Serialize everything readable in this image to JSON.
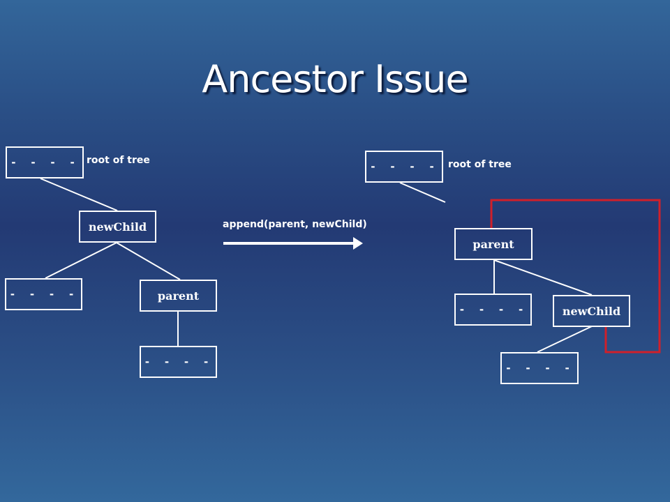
{
  "title": "Ancestor Issue",
  "operation_label": "append(parent, newChild)",
  "before": {
    "root": {
      "text": "- - - -",
      "note": "root of tree"
    },
    "new_child": "newChild",
    "left_child": "- - - -",
    "parent": "parent",
    "parent_child": "- - - -"
  },
  "after": {
    "root": {
      "text": "- - - -",
      "note": "root of tree"
    },
    "parent": "parent",
    "left_child": "- - - -",
    "new_child": "newChild",
    "new_child_child": "- - - -"
  },
  "colors": {
    "cycle_highlight": "#d0202a",
    "lines": "#ffffff"
  }
}
